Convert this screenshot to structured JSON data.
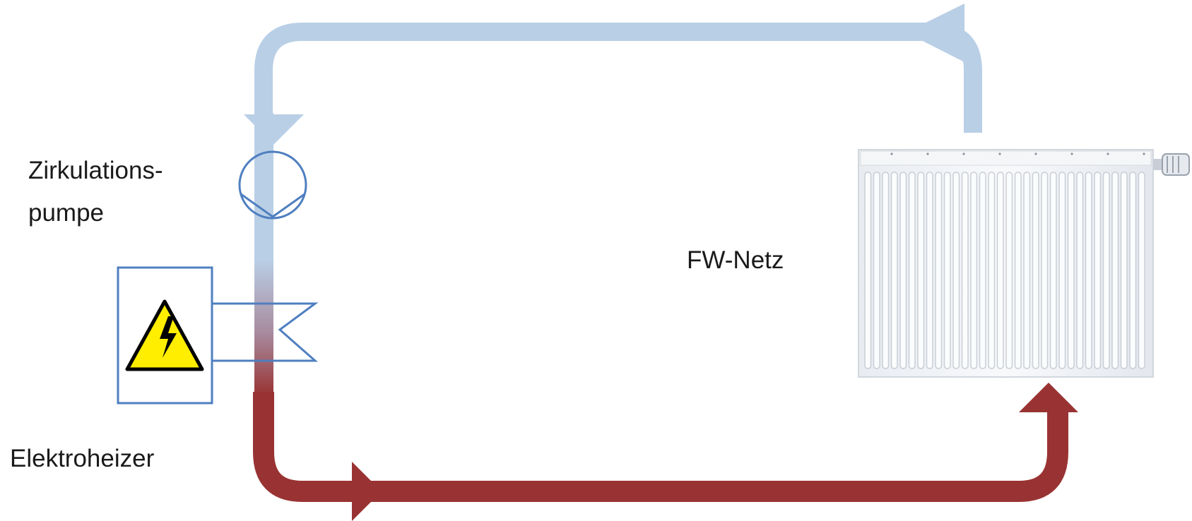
{
  "labels": {
    "pump_line1": "Zirkulations-",
    "pump_line2": "pumpe",
    "heater": "Elektroheizer",
    "network": "FW-Netz"
  },
  "colors": {
    "cold_pipe": "#b9cfe6",
    "hot_pipe": "#993333",
    "symbol_outline": "#4f7fc0",
    "warning_yellow": "#ffee00",
    "radiator_body": "#f1f3f6",
    "radiator_fin_shadow": "#c9ced6"
  },
  "icons": {
    "pump": "circulation-pump-symbol",
    "heater": "high-voltage-warning-icon",
    "network": "radiator-icon",
    "valve": "thermostatic-valve-icon"
  }
}
